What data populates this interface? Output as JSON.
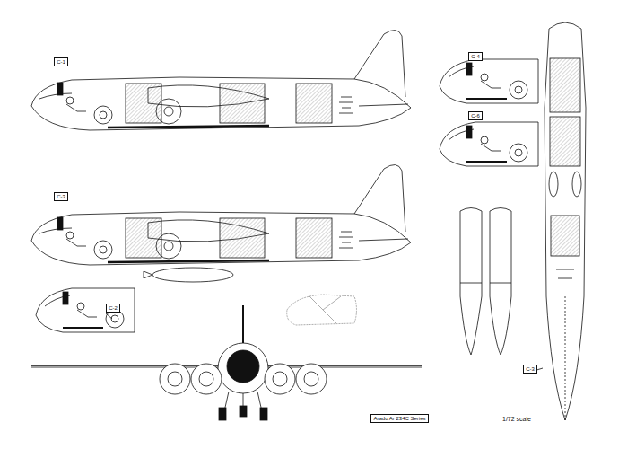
{
  "diagram": {
    "nodes": [
      {
        "text": [
          "C-1"
        ]
      },
      {
        "text": [
          "C-4"
        ]
      },
      {
        "text": [
          "C-6"
        ]
      },
      {
        "text": [
          "C-3"
        ]
      },
      {
        "text": [
          "C-2"
        ]
      },
      {
        "text": [
          "C-3"
        ]
      },
      {
        "text": [
          "Arado Ar 234C Series"
        ]
      }
    ],
    "labels": [
      "1/72 scale"
    ]
  }
}
